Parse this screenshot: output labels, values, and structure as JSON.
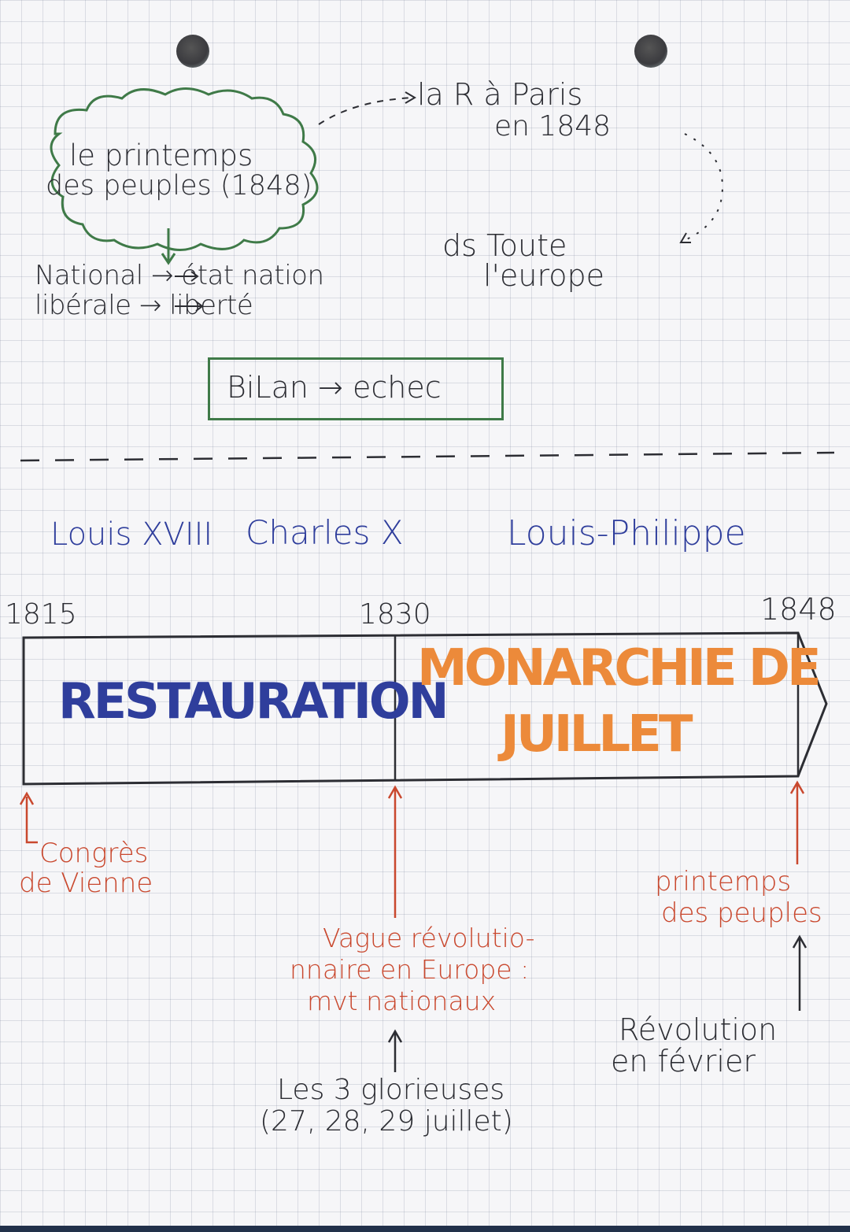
{
  "cloud": {
    "line1": "le printemps",
    "line2": "des peuples (1848)"
  },
  "paris_note": {
    "line1": "la R à Paris",
    "line2": "en 1848"
  },
  "europe_note": {
    "line1": "ds Toute",
    "line2": "l'europe"
  },
  "definitions": {
    "line1": "National → état nation",
    "line2": "libérale → liberté"
  },
  "bilan": "BiLan → echec",
  "rulers": {
    "r1": "Louis XVIII",
    "r2": "Charles X",
    "r3": "Louis-Philippe"
  },
  "timeline": {
    "years": [
      "1815",
      "1830",
      "1848"
    ],
    "period1": "RESTAURATION",
    "period2_line1": "MONARCHIE DE",
    "period2_line2": "JUILLET"
  },
  "events": {
    "congres_line1": "Congrès",
    "congres_line2": "de Vienne",
    "vague_line1": "Vague révolutio-",
    "vague_line2": "nnaire en Europe :",
    "vague_line3": "mvt nationaux",
    "glorieuses_line1": "Les 3 glorieuses",
    "glorieuses_line2": "(27, 28, 29 juillet)",
    "printemps_line1": "printemps",
    "printemps_line2": "des peuples",
    "revolution_line1": "Révolution",
    "revolution_line2": "en février"
  },
  "colors": {
    "ink": "#2c2d33",
    "green": "#3f7a48",
    "blue": "#2f3e9c",
    "orange": "#ec8a3a",
    "red": "#c9482e"
  }
}
